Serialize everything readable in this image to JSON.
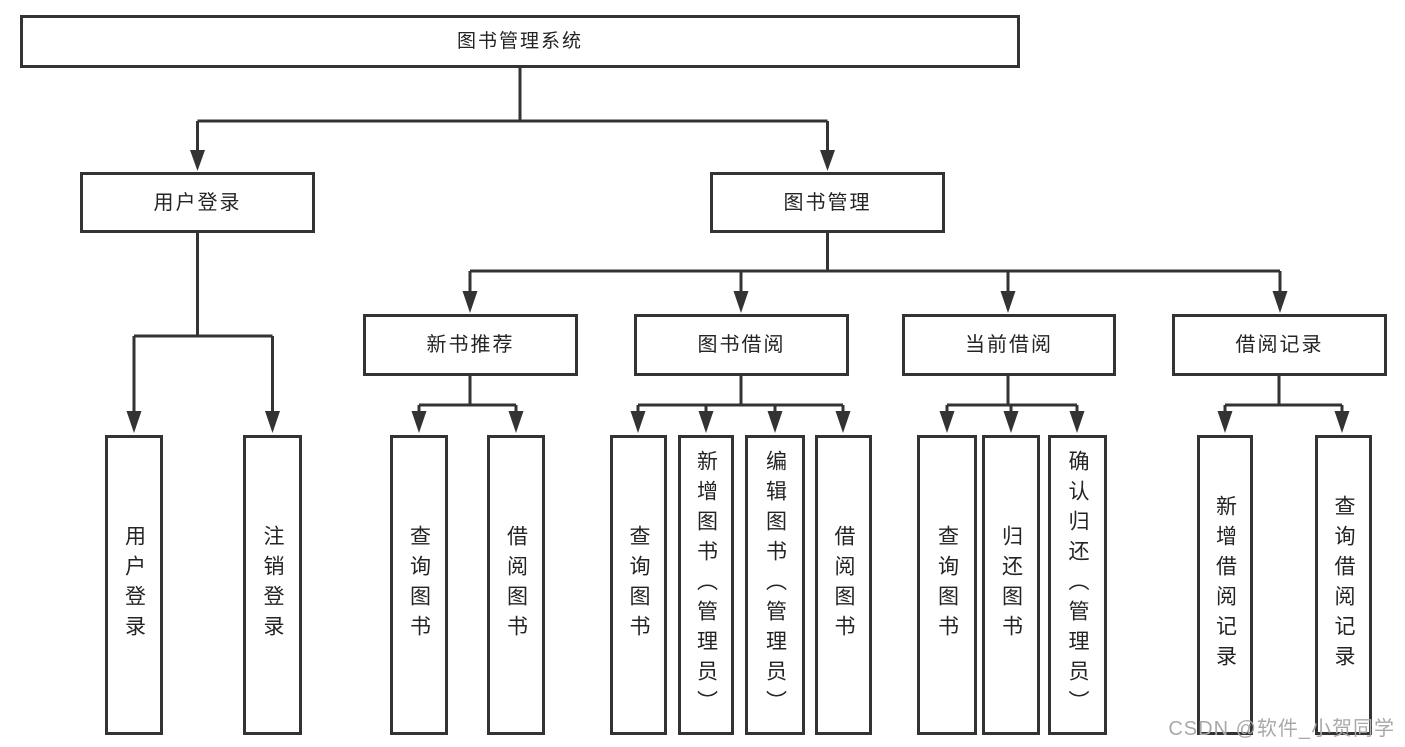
{
  "colors": {
    "line": "#333333",
    "text": "#242424",
    "background": "#ffffff",
    "watermark": "#a9a9a9"
  },
  "watermark": "CSDN @软件_小贺同学",
  "tree": {
    "label": "图书管理系统",
    "children": [
      {
        "label": "用户登录",
        "children": [
          {
            "label": "用户登录"
          },
          {
            "label": "注销登录"
          }
        ]
      },
      {
        "label": "图书管理",
        "children": [
          {
            "label": "新书推荐",
            "children": [
              {
                "label": "查询图书"
              },
              {
                "label": "借阅图书"
              }
            ]
          },
          {
            "label": "图书借阅",
            "children": [
              {
                "label": "查询图书"
              },
              {
                "label": "新增图书（管理员）"
              },
              {
                "label": "编辑图书（管理员）"
              },
              {
                "label": "借阅图书"
              }
            ]
          },
          {
            "label": "当前借阅",
            "children": [
              {
                "label": "查询图书"
              },
              {
                "label": "归还图书"
              },
              {
                "label": "确认归还（管理员）"
              }
            ]
          },
          {
            "label": "借阅记录",
            "children": [
              {
                "label": "新增借阅记录"
              },
              {
                "label": "查询借阅记录"
              }
            ]
          }
        ]
      }
    ]
  }
}
